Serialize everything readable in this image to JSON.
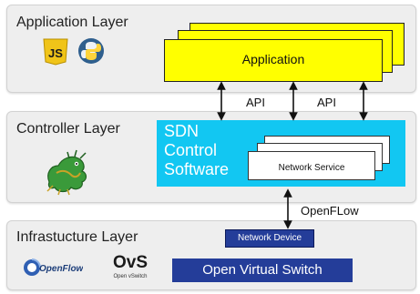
{
  "layers": {
    "application": {
      "title": "Application Layer"
    },
    "controller": {
      "title": "Controller Layer"
    },
    "infrastructure": {
      "title": "Infrastucture Layer"
    }
  },
  "application_box": {
    "label": "Application"
  },
  "api_labels": [
    "API",
    "API"
  ],
  "sdn_box": {
    "line1": "SDN",
    "line2": "Control",
    "line3": "Software"
  },
  "network_service": {
    "label": "Network Service"
  },
  "openflow_arrow_label": "OpenFLow",
  "network_device": {
    "label": "Network Device"
  },
  "open_virtual_switch": {
    "label": "Open Virtual Switch"
  },
  "logos": {
    "js": "JS",
    "openflow": "OpenFlow",
    "ovs": "OvS",
    "ovs_sub": "Open vSwitch"
  },
  "colors": {
    "layer_bg": "#eeeeee",
    "application": "#ffff00",
    "sdn": "#12c7f2",
    "device_blue": "#243d99",
    "js_yellow": "#f0c419",
    "python_blue": "#2f5f8e",
    "dragon_green": "#3a9a3a"
  },
  "icons": [
    "javascript-logo-icon",
    "python-logo-icon",
    "opendaylight-dragon-icon",
    "openflow-logo-icon",
    "ovs-logo-icon"
  ]
}
